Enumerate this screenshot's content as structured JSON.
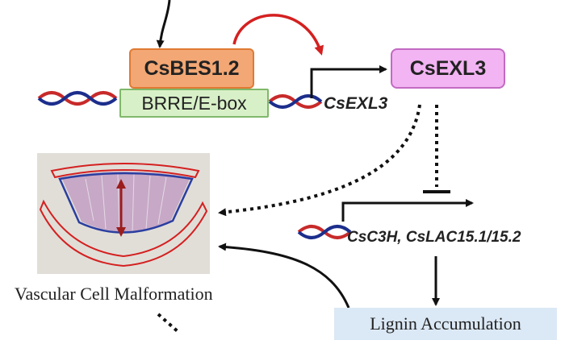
{
  "nodes": {
    "csbes": "CsBES1.2",
    "brre": "BRRE/E-box",
    "csexl_protein": "CsEXL3",
    "csexl_gene": "CsEXL3",
    "targets": "CsC3H, CsLAC15.1/15.2",
    "vascular": "Vascular Cell Malformation",
    "lignin": "Lignin Accumulation"
  },
  "colors": {
    "activation_arrow": "#d42020",
    "dna_strand_a": "#c82a2a",
    "dna_strand_b": "#1c2e8c",
    "csbes_fill": "#f2a774",
    "brre_fill": "#d8f0c8",
    "csexl_fill": "#f2b4f2",
    "lignin_fill": "#dbe8f5"
  }
}
